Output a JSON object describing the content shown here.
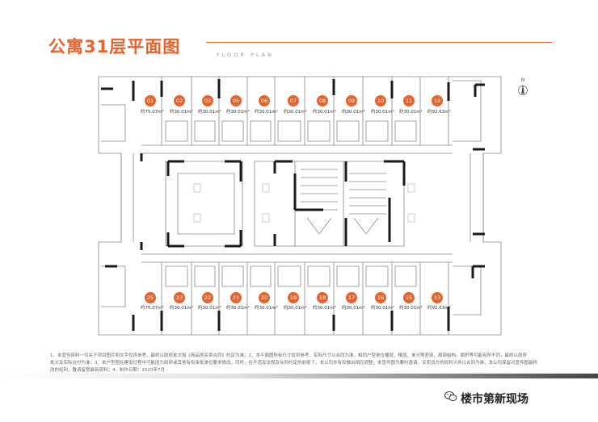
{
  "header": {
    "title": "公寓31层平面图",
    "subtitle": "FLOOR PLAN"
  },
  "compass": {
    "label": "N"
  },
  "units_top": [
    {
      "id": "01",
      "area": "约75.07m²"
    },
    {
      "id": "02",
      "area": "约30.01m²"
    },
    {
      "id": "03",
      "area": "约30.01m²"
    },
    {
      "id": "05",
      "area": "约30.01m²"
    },
    {
      "id": "06",
      "area": "约30.01m²"
    },
    {
      "id": "07",
      "area": "约30.01m²"
    },
    {
      "id": "08",
      "area": "约30.01m²"
    },
    {
      "id": "09",
      "area": "约30.01m²"
    },
    {
      "id": "10",
      "area": "约30.01m²"
    },
    {
      "id": "11",
      "area": "约30.01m²"
    },
    {
      "id": "12",
      "area": "约92.63m²"
    }
  ],
  "units_bottom": [
    {
      "id": "25",
      "area": "约75.07m²"
    },
    {
      "id": "23",
      "area": "约30.01m²"
    },
    {
      "id": "22",
      "area": "约30.01m²"
    },
    {
      "id": "21",
      "area": "约30.01m²"
    },
    {
      "id": "20",
      "area": "约30.01m²"
    },
    {
      "id": "19",
      "area": "约30.01m²"
    },
    {
      "id": "18",
      "area": "约30.01m²"
    },
    {
      "id": "17",
      "area": "约30.01m²"
    },
    {
      "id": "16",
      "area": "约30.01m²"
    },
    {
      "id": "15",
      "area": "约30.01m²"
    },
    {
      "id": "13",
      "area": "约92.63m²"
    }
  ],
  "disclaimer": {
    "line1": "1、本宣传资料一切关于项目图片和文字仅供参考，最终以政府批文和《商品房买卖合同》约定为准；2、本平面图所标尺寸仅供参考，实际尺寸以合同为准，相同户型单位楼层、楼层、单元等差别，局部结构，面积等可能有所不同，最终以政府",
    "line2": "批文及实际交付为准；3、本户型图在建设过程中可能因为政府或其他有权审批单位要求修改，同时，在不违反法规及合同约定的前提下，本公司亦有权做出相应调整，本宣传图为要约邀请，买卖双方的权利义务以合同为准，本公司保留对宣传图最终",
    "line3": "改的权利，敬请留意最新资料；4、制作日期：2020年7月"
  },
  "brand": {
    "icon": "wechat-icon",
    "label": "楼市第新现场"
  },
  "colors": {
    "accent": "#e8632c",
    "wall": "#222222",
    "line": "#888888"
  }
}
